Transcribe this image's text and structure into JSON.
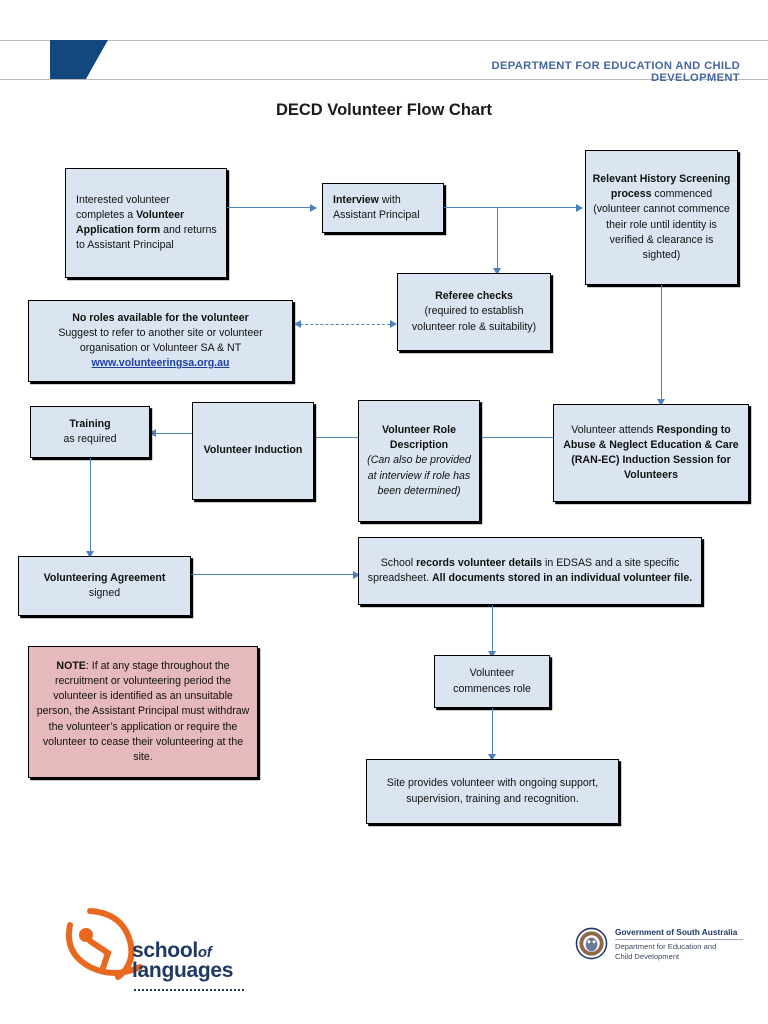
{
  "header": {
    "department": "DEPARTMENT FOR EDUCATION AND CHILD DEVELOPMENT",
    "title": "DECD Volunteer Flow Chart",
    "accent_color": "#13487f",
    "dept_text_color": "#43679e"
  },
  "theme": {
    "box_fill": "#dbe5f1",
    "box_border": "#000000",
    "note_fill": "#e6b9bc",
    "connector": "#4f81bd",
    "link_color": "#1f3fa8"
  },
  "nodes": {
    "interested_volunteer": {
      "name": "interested-volunteer",
      "lines": [
        {
          "text": "Interested volunteer ",
          "style": "normal"
        },
        {
          "text": "completes a ",
          "style": "normal"
        },
        {
          "text": "Volunteer Application form",
          "style": "bold"
        },
        {
          "text": " and returns to Assistant Principal",
          "style": "normal"
        }
      ],
      "plain": "Interested volunteer completes a Volunteer Application form and returns to Assistant Principal"
    },
    "interview": {
      "name": "interview",
      "bold_part": "Interview",
      "rest": " with Assistant Principal"
    },
    "relevant_history": {
      "name": "relevant-history-screening",
      "bold_part": "Relevant History Screening process",
      "rest": " commenced (volunteer cannot commence their role until identity is verified & clearance is sighted)"
    },
    "referee_checks": {
      "name": "referee-checks",
      "bold_part": "Referee checks",
      "rest": "(required to establish volunteer role & suitability)"
    },
    "no_roles": {
      "name": "no-roles-available",
      "bold_part": "No roles available for the volunteer",
      "rest": "Suggest to refer to another site or volunteer organisation or Volunteer SA & NT",
      "link": "www.volunteeringsa.org.au"
    },
    "ran_ec": {
      "name": "ran-ec-induction",
      "normal_part": "Volunteer attends ",
      "bold_part": "Responding to Abuse & Neglect Education & Care (RAN-EC) Induction Session for Volunteers"
    },
    "role_description": {
      "name": "volunteer-role-description",
      "bold_part": "Volunteer Role Description",
      "italic_part": "(Can also be provided at interview if role has been determined)"
    },
    "induction": {
      "name": "volunteer-induction",
      "bold_part": "Volunteer Induction"
    },
    "training": {
      "name": "training",
      "bold_part": "Training",
      "rest": "as required"
    },
    "agreement": {
      "name": "volunteering-agreement",
      "bold_part": "Volunteering Agreement",
      "rest": "signed"
    },
    "records": {
      "name": "school-records-edsas",
      "seg1": "School ",
      "seg2": "records volunteer details",
      "seg3": " in EDSAS and a site specific spreadsheet. ",
      "seg4": "All documents stored in an individual volunteer file."
    },
    "commences": {
      "name": "volunteer-commences-role",
      "text": "Volunteer commences role"
    },
    "ongoing_support": {
      "name": "ongoing-support",
      "text": "Site provides volunteer with ongoing support, supervision, training and recognition."
    },
    "note": {
      "name": "note-unsuitable-person",
      "bold_part": "NOTE",
      "rest": ": If at any stage throughout the recruitment or volunteering period the volunteer is identified as an unsuitable person, the Assistant Principal must withdraw the volunteer’s application or require the volunteer to cease their volunteering at the site."
    }
  },
  "footer": {
    "school_logo": {
      "word1": "school",
      "word_of": "of",
      "word2": "languages",
      "color": "#1f3864",
      "figure_color": "#e8681f"
    },
    "gov_logo": {
      "line1": "Government of South Australia",
      "line2": "Department for Education and",
      "line3": "Child Development"
    }
  }
}
